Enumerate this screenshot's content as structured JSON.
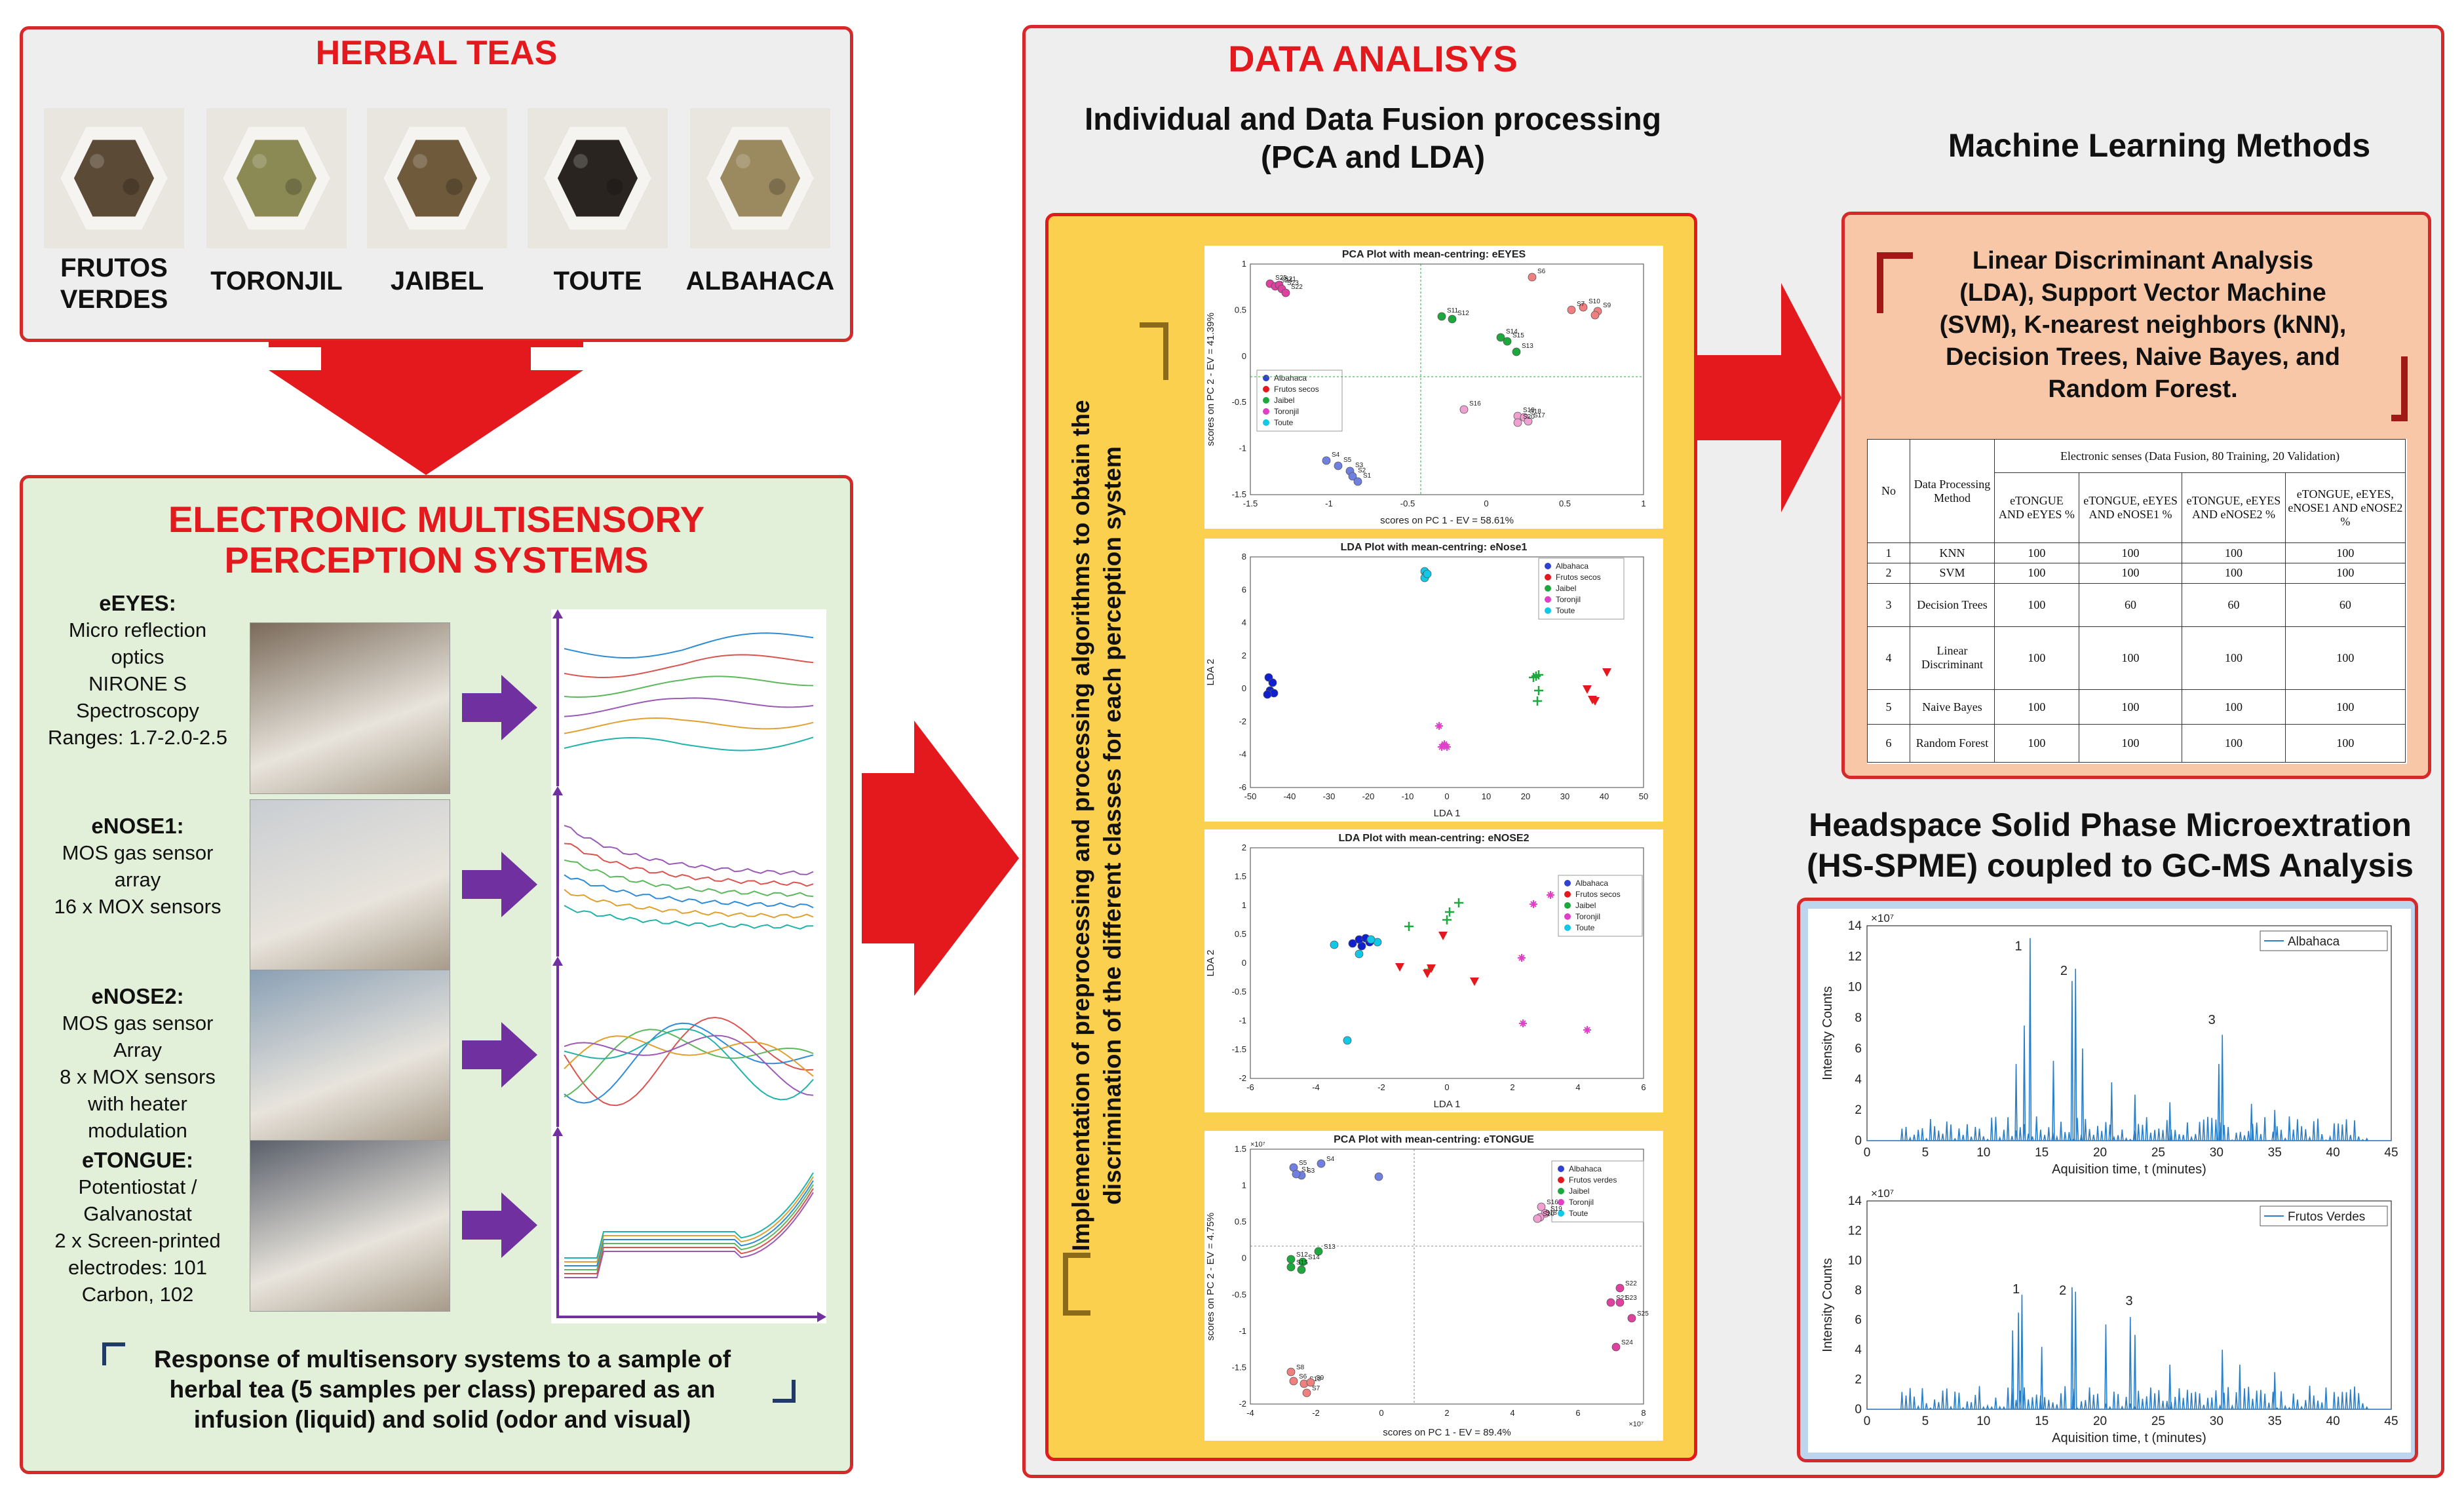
{
  "herbal": {
    "title": "HERBAL TEAS",
    "teas": [
      {
        "name": "FRUTOS\nVERDES",
        "color": "#5b4a35"
      },
      {
        "name": "TORONJIL",
        "color": "#8b8a55"
      },
      {
        "name": "JAIBEL",
        "color": "#6f5a3c"
      },
      {
        "name": "TOUTE",
        "color": "#2a2420"
      },
      {
        "name": "ALBAHACA",
        "color": "#9b8a60"
      }
    ]
  },
  "sensors": {
    "title_line1": "ELECTRONIC MULTISENSORY",
    "title_line2": "PERCEPTION SYSTEMS",
    "items": [
      {
        "name": "eEYES:",
        "lines": [
          "Micro reflection",
          "optics",
          "NIRONE S",
          "Spectroscopy",
          "Ranges: 1.7-2.0-2.5"
        ]
      },
      {
        "name": "eNOSE1:",
        "lines": [
          "MOS gas sensor",
          "array",
          "16 x MOX sensors"
        ]
      },
      {
        "name": "eNOSE2:",
        "lines": [
          "MOS gas sensor",
          "Array",
          "8 x MOX sensors",
          "with heater",
          "modulation"
        ]
      },
      {
        "name": "eTONGUE:",
        "lines": [
          "Potentiostat /",
          "Galvanostat",
          "2 x Screen-printed",
          "electrodes: 101",
          "Carbon, 102"
        ]
      }
    ],
    "footer": "Response of multisensory systems to a sample of herbal tea (5 samples per class) prepared as an infusion (liquid) and solid (odor and visual)"
  },
  "analysis": {
    "title": "DATA ANALISYS",
    "individual_title_l1": "Individual and Data Fusion processing",
    "individual_title_l2": "(PCA and LDA)",
    "vertical_l1": "Implementation of preprocessing and processing algorithms to obtain the",
    "vertical_l2": "discrimination of the different classes for each perception system"
  },
  "plots": {
    "p1": {
      "title": "PCA Plot with mean-centring: eEYES",
      "xlabel": "scores on PC 1 - EV = 58.61%",
      "ylabel": "scores on PC 2 - EV = 41.39%",
      "xticks": [
        "-1.5",
        "-1",
        "-0.5",
        "0",
        "0.5",
        "1"
      ],
      "yticks": [
        "1",
        "0.5",
        "0",
        "-0.5",
        "-1",
        "-1.5"
      ],
      "legend": [
        "Albahaca",
        "Frutos secos",
        "Jaibel",
        "Toronjil",
        "Toute"
      ],
      "point_labels": [
        "S25",
        "S24",
        "S21",
        "S23",
        "S22",
        "S6",
        "S11",
        "S12",
        "S7",
        "S10",
        "S9",
        "S14",
        "S15",
        "S13",
        "S16",
        "S19",
        "S18",
        "S20",
        "S17",
        "S4",
        "S5",
        "S3",
        "S2",
        "S1"
      ]
    },
    "p2": {
      "title": "LDA Plot with mean-centring: eNose1",
      "xlabel": "LDA 1",
      "ylabel": "LDA 2",
      "xticks": [
        "-50",
        "-40",
        "-30",
        "-20",
        "-10",
        "0",
        "10",
        "20",
        "30",
        "40",
        "50"
      ],
      "yticks": [
        "8",
        "6",
        "4",
        "2",
        "0",
        "-2",
        "-4",
        "-6"
      ],
      "legend": [
        "Albahaca",
        "Frutos secos",
        "Jaibel",
        "Toronjil",
        "Toute"
      ]
    },
    "p3": {
      "title": "LDA Plot with mean-centring: eNOSE2",
      "xlabel": "LDA 1",
      "ylabel": "LDA 2",
      "xticks": [
        "-6",
        "-4",
        "-2",
        "0",
        "2",
        "4",
        "6"
      ],
      "yticks": [
        "2",
        "1.5",
        "1",
        "0.5",
        "0",
        "-0.5",
        "-1",
        "-1.5",
        "-2"
      ],
      "legend": [
        "Albahaca",
        "Frutos secos",
        "Jaibel",
        "Toronjil",
        "Toute"
      ]
    },
    "p4": {
      "title": "PCA Plot with mean-centring: eTONGUE",
      "xlabel": "scores on PC 1 - EV = 89.4%",
      "ylabel": "scores on PC 2 - EV = 4.75%",
      "exp": "×10⁷",
      "xticks": [
        "-4",
        "-2",
        "0",
        "2",
        "4",
        "6",
        "8"
      ],
      "yticks": [
        "1.5",
        "1",
        "0.5",
        "0",
        "-0.5",
        "-1",
        "-1.5",
        "-2"
      ],
      "legend": [
        "Albahaca",
        "Frutos verdes",
        "Jaibel",
        "Toronjil",
        "Toute"
      ],
      "point_labels": [
        "S5",
        "S3",
        "S4",
        "S1",
        "S13",
        "S12",
        "S14",
        "S15",
        "S16",
        "S19",
        "S18",
        "S20",
        "S22",
        "S21",
        "S23",
        "S25",
        "S24",
        "S8",
        "S6",
        "S10",
        "S9",
        "S7"
      ]
    }
  },
  "ml": {
    "title": "Machine Learning Methods",
    "methods_l1": "Linear Discriminant Analysis",
    "methods_l2": "(LDA), Support Vector Machine",
    "methods_l3": "(SVM), K-nearest neighbors (kNN),",
    "methods_l4": "Decision Trees, Naive Bayes, and",
    "methods_l5": "Random Forest.",
    "table": {
      "h_no": "No",
      "h_method": "Data Processing Method",
      "h_group": "Electronic senses (Data Fusion, 80 Training, 20 Validation)",
      "h_cols": [
        "eTONGUE AND eEYES %",
        "eTONGUE, eEYES AND eNOSE1 %",
        "eTONGUE, eEYES AND eNOSE2 %",
        "eTONGUE, eEYES, eNOSE1 AND eNOSE2 %"
      ],
      "rows": [
        [
          "1",
          "KNN",
          "100",
          "100",
          "100",
          "100"
        ],
        [
          "2",
          "SVM",
          "100",
          "100",
          "100",
          "100"
        ],
        [
          "3",
          "Decision Trees",
          "100",
          "60",
          "60",
          "60"
        ],
        [
          "4",
          "Linear Discriminant",
          "100",
          "100",
          "100",
          "100"
        ],
        [
          "5",
          "Naive Bayes",
          "100",
          "100",
          "100",
          "100"
        ],
        [
          "6",
          "Random Forest",
          "100",
          "100",
          "100",
          "100"
        ]
      ]
    }
  },
  "gcms": {
    "title_l1": "Headspace Solid Phase Microextration",
    "title_l2": "(HS-SPME) coupled to GC-MS Analysis",
    "exp": "×10⁷",
    "ylabel": "Intensity Counts",
    "xlabel": "Aquisition time, t (minutes)",
    "xticks": [
      "0",
      "5",
      "10",
      "15",
      "20",
      "25",
      "30",
      "35",
      "40",
      "45"
    ],
    "yticks": [
      "14",
      "12",
      "10",
      "8",
      "6",
      "4",
      "2",
      "0"
    ],
    "legend_top": "Albahaca",
    "legend_bottom": "Frutos Verdes",
    "peaks": [
      "1",
      "2",
      "3"
    ]
  }
}
